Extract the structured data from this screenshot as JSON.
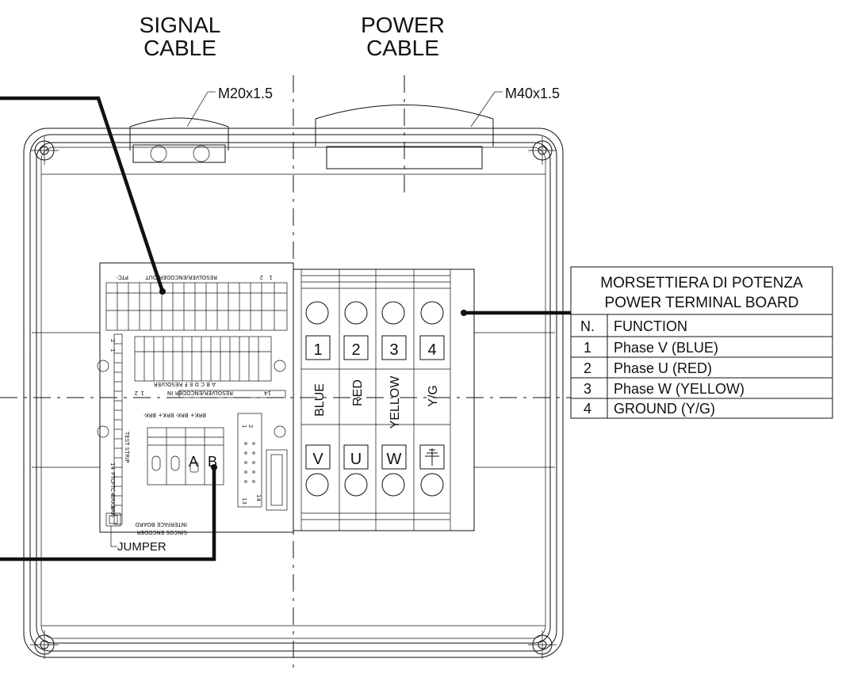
{
  "cables": {
    "signal": {
      "line1": "SIGNAL",
      "line2": "CABLE",
      "gland": "M20x1.5"
    },
    "power": {
      "line1": "POWER",
      "line2": "CABLE",
      "gland": "M40x1.5"
    }
  },
  "terminal_block": {
    "numbers": [
      "1",
      "2",
      "3",
      "4"
    ],
    "colors": [
      "BLUE",
      "RED",
      "YELLOW",
      "Y/G"
    ],
    "phases": [
      "V",
      "U",
      "W"
    ]
  },
  "legend": {
    "title_it": "MORSETTIERA DI POTENZA",
    "title_en": "POWER TERMINAL BOARD",
    "col_n": "N.",
    "col_function": "FUNCTION",
    "rows": [
      {
        "n": "1",
        "function": "Phase V (BLUE)"
      },
      {
        "n": "2",
        "function": "Phase U (RED)"
      },
      {
        "n": "3",
        "function": "Phase W (YELLOW)"
      },
      {
        "n": "4",
        "function": "GROUND (Y/G)"
      }
    ]
  },
  "interface_board": {
    "resolver_out": "RESOLVER/ENCODER OUT",
    "resolver_in": "RESOLVER/ENCODER IN",
    "pin_1": "1",
    "pin_2": "2",
    "pin_14": "14",
    "pin_13": "13",
    "ptc_minus": "PTC-",
    "ptc_plus": "PTC+",
    "brk_plus": "BRK+",
    "brk_minus": "BRK-",
    "brk_top": "BRK+ BRK- BRK+ BRK-",
    "test_strip": "TEST STRIP",
    "resolver_code": "A B C D E F RESOLVER",
    "board_name_1": "SINCOS ENCODER",
    "board_name_2": "INTERFACE BOARD",
    "terminal_a": "A",
    "terminal_b": "B",
    "jumper": "JUMPER"
  }
}
